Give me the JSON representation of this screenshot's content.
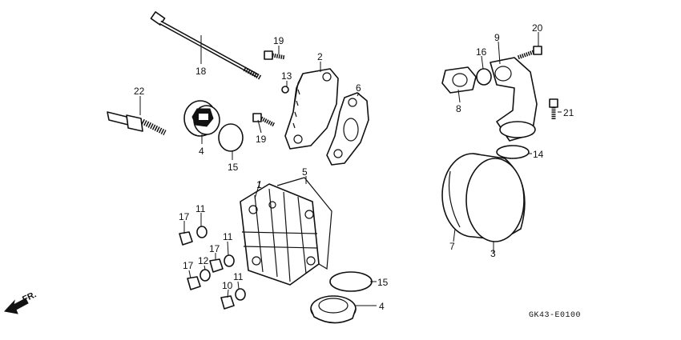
{
  "callouts": {
    "c1": "1",
    "c2": "2",
    "c3": "3",
    "c4a": "4",
    "c4b": "4",
    "c5": "5",
    "c6": "6",
    "c7": "7",
    "c8": "8",
    "c9": "9",
    "c10": "10",
    "c11a": "11",
    "c11b": "11",
    "c11c": "11",
    "c12": "12",
    "c13": "13",
    "c14": "14",
    "c15a": "15",
    "c15b": "15",
    "c16": "16",
    "c17a": "17",
    "c17b": "17",
    "c17c": "17",
    "c18": "18",
    "c19a": "19",
    "c19b": "19",
    "c20": "20",
    "c21": "21",
    "c22": "22"
  },
  "direction_label": "FR.",
  "diagram_code": "GK43-E0100"
}
